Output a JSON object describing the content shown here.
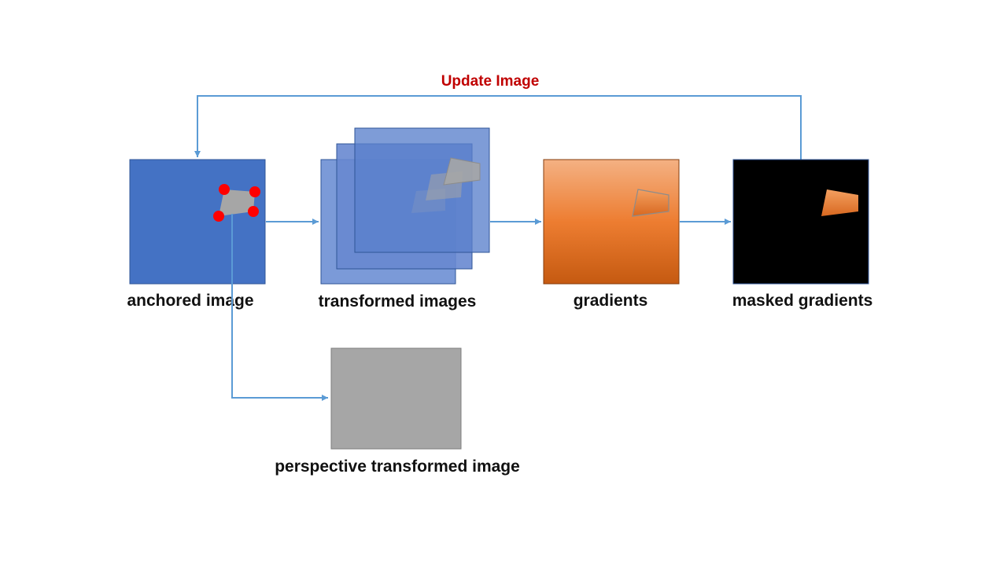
{
  "labels": {
    "update": "Update Image",
    "anchored": "anchored image",
    "transformed": "transformed images",
    "gradients": "gradients",
    "masked": "masked gradients",
    "perspective": "perspective transformed image"
  },
  "colors": {
    "blue": "#4472c4",
    "blue_light": "#7b9ad8",
    "orange_top": "#f4b183",
    "orange_mid": "#ed7d31",
    "orange_bottom": "#c55a11",
    "gray": "#a6a6a6",
    "black": "#000000",
    "arrow": "#5b9bd5",
    "dot": "#ff0000",
    "update_text": "#c00000"
  }
}
